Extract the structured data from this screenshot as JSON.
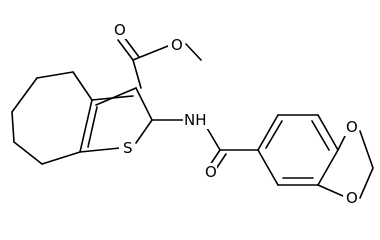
{
  "structure": {
    "atom_labels": {
      "ester_carbonyl_o": "O",
      "ester_ether_o": "O",
      "thiophene_s": "S",
      "amide_nh": "NH",
      "amide_o": "O",
      "dioxole_o_upper": "O",
      "dioxole_o_lower": "O"
    }
  },
  "colors": {
    "ink": "#000000",
    "background": "#ffffff"
  }
}
